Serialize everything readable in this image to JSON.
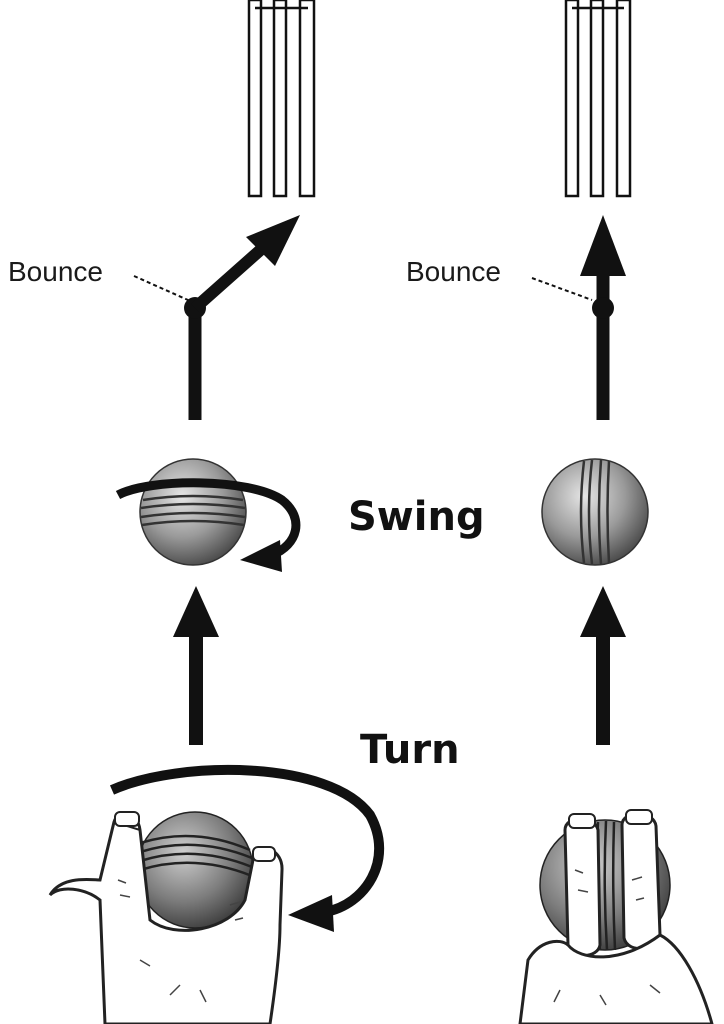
{
  "labels": {
    "bounce_left": "Bounce",
    "bounce_right": "Bounce",
    "swing": "Swing",
    "turn": "Turn"
  },
  "colors": {
    "ink": "#111111",
    "ball_light": "#d8d8d8",
    "ball_dark": "#4a4a4a",
    "skin_outline": "#222222"
  },
  "icons": {
    "stumps": "cricket-stumps",
    "ball": "cricket-ball",
    "hand": "bowling-hand"
  }
}
